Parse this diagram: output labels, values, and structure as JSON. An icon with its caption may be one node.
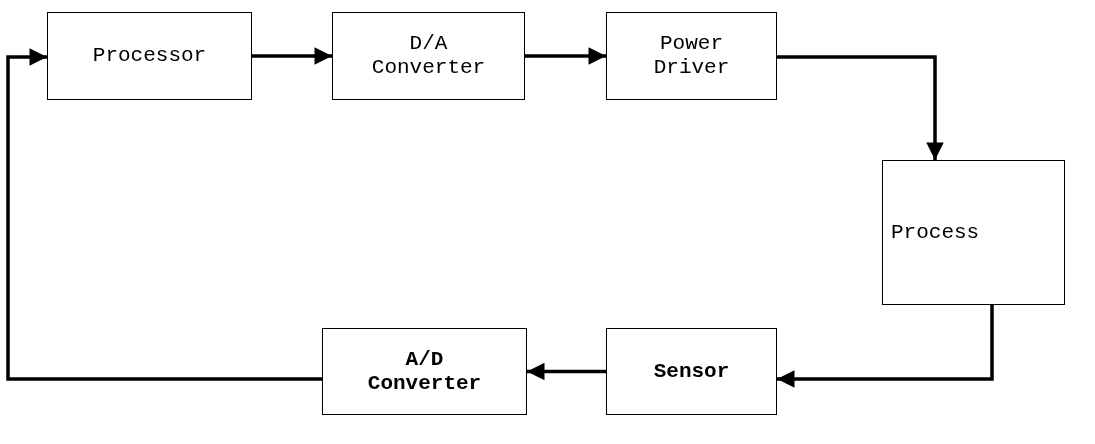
{
  "diagram": {
    "nodes": [
      {
        "text": [
          "Processor"
        ]
      },
      {
        "text": [
          "D/A Converter"
        ]
      },
      {
        "text": [
          "Power Driver"
        ]
      },
      {
        "text": [
          "Process"
        ]
      },
      {
        "text": [
          "Sensor"
        ]
      },
      {
        "text": [
          "A/D Converter"
        ]
      }
    ],
    "edges": [
      {
        "from": 0,
        "to": 1,
        "arrow": "to"
      },
      {
        "from": 1,
        "to": 2,
        "arrow": "to"
      },
      {
        "from": 2,
        "to": 3,
        "arrow": "to"
      },
      {
        "from": 3,
        "to": 4,
        "arrow": "to"
      },
      {
        "from": 4,
        "to": 5,
        "arrow": "to"
      },
      {
        "from": 5,
        "to": 0,
        "arrow": "to"
      }
    ]
  }
}
